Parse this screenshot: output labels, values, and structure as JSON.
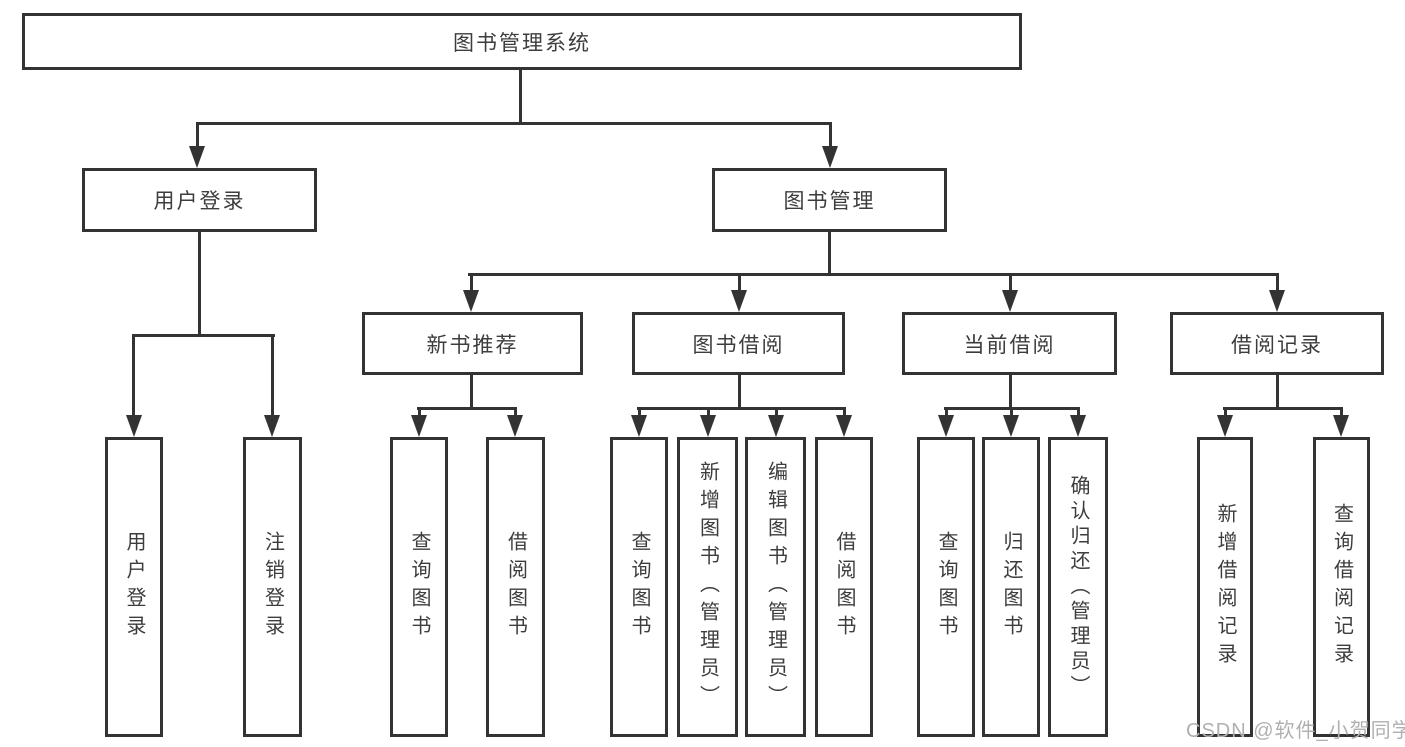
{
  "diagram": {
    "root": {
      "label": "图书管理系统"
    },
    "branches": [
      {
        "label": "用户登录",
        "children": [
          {
            "label": "用户登录"
          },
          {
            "label": "注销登录"
          }
        ]
      },
      {
        "label": "图书管理",
        "children": [
          {
            "label": "新书推荐",
            "children": [
              {
                "label": "查询图书"
              },
              {
                "label": "借阅图书"
              }
            ]
          },
          {
            "label": "图书借阅",
            "children": [
              {
                "label": "查询图书"
              },
              {
                "label": "新增图书（管理员）"
              },
              {
                "label": "编辑图书（管理员）"
              },
              {
                "label": "借阅图书"
              }
            ]
          },
          {
            "label": "当前借阅",
            "children": [
              {
                "label": "查询图书"
              },
              {
                "label": "归还图书"
              },
              {
                "label": "确认归还（管理员）"
              }
            ]
          },
          {
            "label": "借阅记录",
            "children": [
              {
                "label": "新增借阅记录"
              },
              {
                "label": "查询借阅记录"
              }
            ]
          }
        ]
      }
    ]
  },
  "watermark": {
    "text": "CSDN @软件_小贺同学"
  },
  "colors": {
    "line": "#333333",
    "text": "#3d3d3d",
    "watermark": "#b0b0b0",
    "box_fill": "#ffffff"
  }
}
